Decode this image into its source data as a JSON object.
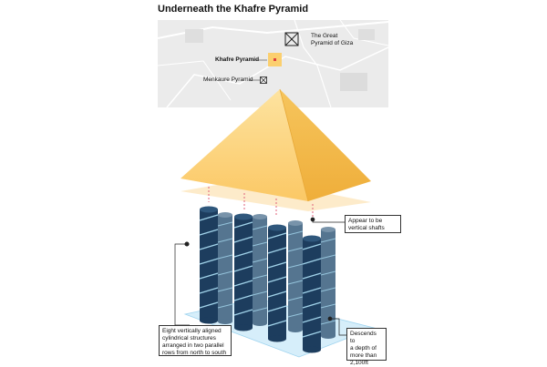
{
  "title": "Underneath the Khafre Pyramid",
  "map": {
    "labels": {
      "great_pyramid_line1": "The Great",
      "great_pyramid_line2": "Pyramid of Giza",
      "khafre": "Khafre Pyramid",
      "menkaure": "Menkaure Pyramid"
    }
  },
  "annotations": {
    "shafts": {
      "line1": "Appear to be",
      "line2": "vertical shafts"
    },
    "structures": {
      "line1": "Eight vertically aligned",
      "line2": "cylindrical structures",
      "line3": "arranged in two parallel",
      "line4": "rows from north to south"
    },
    "depth": {
      "line1": "Descends to",
      "line2": "a depth of",
      "line3": "more than",
      "line4": "2,100ft"
    }
  },
  "colors": {
    "pyramid_light": "#fbd27a",
    "pyramid_dark": "#f0b33f",
    "cylinder_dark": "#1d3d5e",
    "cylinder_light": "#557590",
    "spiral": "#a9dcf2",
    "base_plane": "#d6eefa",
    "khafre_marker": "#fbcf6e",
    "marker_red": "#e04040",
    "dashed_line": "#e0607a"
  }
}
